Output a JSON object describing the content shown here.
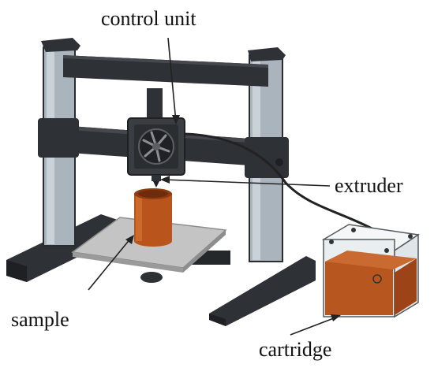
{
  "labels": {
    "control_unit": "control unit",
    "extruder": "extruder",
    "sample": "sample",
    "cartridge": "cartridge"
  },
  "colors": {
    "frame": "#2e3135",
    "frame_dark": "#1e2023",
    "column": "#a9b4bc",
    "column_light": "#c9d2d8",
    "platform": "#c4c4c4",
    "platform_edge": "#8d8d8d",
    "sample": "#b9551c",
    "sample_dark": "#8e3c12",
    "cartridge_fill": "#b8561f",
    "cartridge_glass": "#e9eef1",
    "arrow": "#222222"
  }
}
